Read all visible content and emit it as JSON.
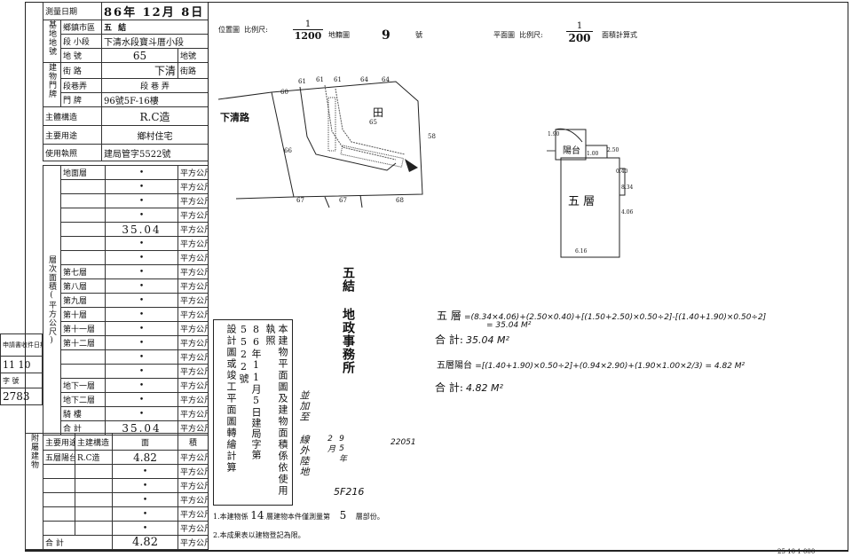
{
  "header": {
    "survey_date_label": "測量日期",
    "survey_date": "86年 12月 8日",
    "base_label": "基地地號",
    "township_label": "鄉鎮市區",
    "township": "五 結",
    "section_label": "段 小段",
    "section": "下清水段寶斗厝小段",
    "lot_label": "地 號",
    "lot": "65",
    "lot_suffix": "地號",
    "door_label": "建物門牌",
    "street_label": "街 路",
    "street": "下清",
    "street_suffix": "街路",
    "lane_label": "段巷弄",
    "lane": "段 巷 弄",
    "number_label": "門 牌",
    "number": "96號5F-16樓",
    "structure_label": "主體構造",
    "structure": "R.C造",
    "use_label": "主要用途",
    "use": "鄉村住宅",
    "license_label": "使用執照",
    "license": "建局管字5522號"
  },
  "floors": {
    "area_label": "層次面積",
    "rows": [
      {
        "label": "地面層",
        "value": "•"
      },
      {
        "label": "",
        "value": "•"
      },
      {
        "label": "",
        "value": "•"
      },
      {
        "label": "",
        "value": "•"
      },
      {
        "label": "",
        "value": "35.04"
      },
      {
        "label": "",
        "value": "•"
      },
      {
        "label": "",
        "value": "•"
      },
      {
        "label": "第七層",
        "value": "•"
      },
      {
        "label": "第八層",
        "value": "•"
      },
      {
        "label": "第九層",
        "value": "•"
      },
      {
        "label": "第十層",
        "value": "•"
      },
      {
        "label": "第十一層",
        "value": "•"
      },
      {
        "label": "第十二層",
        "value": "•"
      },
      {
        "label": "",
        "value": "•"
      },
      {
        "label": "",
        "value": "•"
      },
      {
        "label": "地下一層",
        "value": "•"
      },
      {
        "label": "地下二層",
        "value": "•"
      },
      {
        "label": "騎 樓",
        "value": "•"
      },
      {
        "label": "合 計",
        "value": "35.04"
      }
    ],
    "unit": "平方公尺",
    "side_labels": [
      "層",
      "次",
      "面",
      "積",
      "(平方公尺)"
    ]
  },
  "annex": {
    "side_label": "附屬建物",
    "col1": "主要用途",
    "col2": "主建構造",
    "col3": "面",
    "col4": "積",
    "rows": [
      {
        "use": "五層陽台",
        "structure": "R.C造",
        "value": "4.82"
      },
      {
        "use": "",
        "structure": "",
        "value": "•"
      },
      {
        "use": "",
        "structure": "",
        "value": "•"
      },
      {
        "use": "",
        "structure": "",
        "value": "•"
      },
      {
        "use": "",
        "structure": "",
        "value": "•"
      },
      {
        "use": "",
        "structure": "",
        "value": "•"
      }
    ],
    "total_label": "合 計",
    "total": "4.82",
    "unit": "平方公尺"
  },
  "left_tab": {
    "apply_label": "申請書收件日期",
    "apply_date": "11 10",
    "no_label": "字 號",
    "no_value": "2783"
  },
  "location_map": {
    "title": "位置圖",
    "scale_label": "比例尺:",
    "scale_num": "1",
    "scale_den": "1200",
    "sheet_label": "地籍圖",
    "sheet_no": "9",
    "sheet_suffix": "號",
    "road_label": "下清路",
    "field_label": "田",
    "lot_numbers": [
      "60",
      "61",
      "61",
      "61",
      "64",
      "64",
      "66",
      "67",
      "67",
      "68",
      "65",
      "58"
    ]
  },
  "plan": {
    "title": "平面圖",
    "scale_label": "比例尺:",
    "scale_num": "1",
    "scale_den": "200",
    "calc_label": "面積計算式",
    "balcony_label": "陽台",
    "floor_label": "五 層",
    "dims": [
      "1.90",
      "1.00",
      "2.50",
      "0.40",
      "8.34",
      "4.06",
      "6.16"
    ]
  },
  "stamp": {
    "lines": [
      "本建物平面圖及建物面積係依使用執照",
      "86年11月5日建局字第5522號",
      "設計圖或竣工平面圖轉繪計算"
    ],
    "cols": [
      "本",
      "建",
      "物",
      "平",
      "面",
      "圖",
      "及",
      "建",
      "物",
      "面",
      "積",
      "係",
      "依",
      "使",
      "用"
    ]
  },
  "calculations": {
    "line1_label": "五 層",
    "line1": "=(8.34×4.06)+(2.50×0.40)+[(1.50+2.50)×0.50÷2]-[(1.40+1.90)×0.50÷2]",
    "line1b": "= 35.04 M²",
    "line2_label": "合 計:",
    "line2": "35.04 M²",
    "line3_label": "五層陽台",
    "line3": "=[(1.40+1.90)×0.50÷2]+(0.94×2.90)+(1.90×1.00×2/3) = 4.82 M²",
    "line4_label": "合 計:",
    "line4": "4.82 M²"
  },
  "signatures": {
    "surveyor_stamp": "五結 地政事務所",
    "handwritten": [
      "並加至 線外陸地",
      "5F216",
      "22051",
      "95年2月"
    ]
  },
  "notes": {
    "note1_prefix": "1.本建物係",
    "note1_value": "14",
    "note1_mid": "層建物本件僅測量第",
    "note1_floor": "5",
    "note1_suffix": "層部份。",
    "note2": "2.本成果表以建物登記為限。",
    "footer_num": "25 10 1 000"
  }
}
